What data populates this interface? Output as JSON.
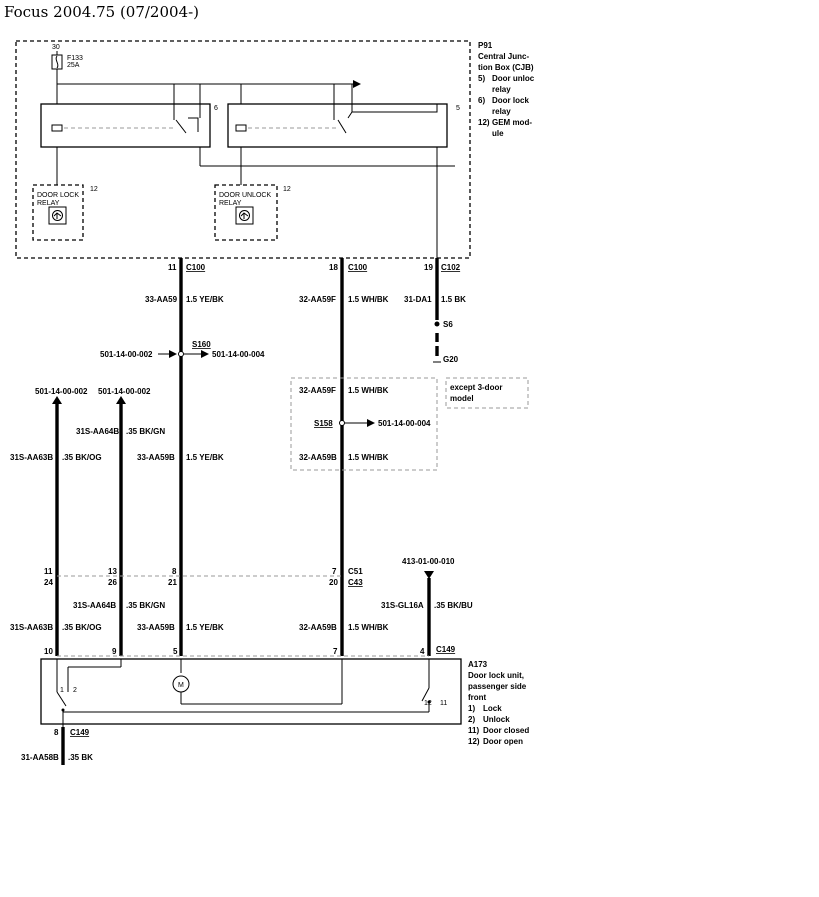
{
  "title": "Focus 2004.75 (07/2004-)",
  "cjb": {
    "id": "P91",
    "name_lines": [
      "Central Junc-",
      "tion Box (CJB)"
    ],
    "legend": [
      {
        "num": "5)",
        "lines": [
          "Door unloc",
          "relay"
        ]
      },
      {
        "num": "6)",
        "lines": [
          "Door lock",
          "relay"
        ]
      },
      {
        "num": "12)",
        "lines": [
          "GEM mod-",
          "ule"
        ]
      }
    ],
    "fuse_pin": "30",
    "fuse_id": "F133",
    "fuse_rating": "25A",
    "relay_left_num": "6",
    "relay_right_num": "5",
    "gem_left_num": "12",
    "gem_right_num": "12",
    "gem_left_label": [
      "DOOR LOCK",
      "RELAY"
    ],
    "gem_right_label": [
      "DOOR UNLOCK",
      "RELAY"
    ]
  },
  "connectors": {
    "c100_a_pin": "11",
    "c100_a": "C100",
    "c100_b_pin": "18",
    "c100_b": "C100",
    "c102_pin": "19",
    "c102": "C102",
    "c51": "C51",
    "c43": "C43",
    "c149_top": "C149",
    "c149_bottom": "C149"
  },
  "wires": {
    "w1_code": "33-AA59",
    "w1_spec": "1.5 YE/BK",
    "w2_code": "32-AA59F",
    "w2_spec": "1.5 WH/BK",
    "w3_code": "31-DA1",
    "w3_spec": "1.5 BK",
    "w4_code": "32-AA59F",
    "w4_spec": "1.5 WH/BK",
    "w5_code": "32-AA59B",
    "w5_spec": "1.5 WH/BK",
    "w6_code": "31S-AA64B",
    "w6_spec": ".35 BK/GN",
    "w7_code": "31S-AA63B",
    "w7_spec": ".35 BK/OG",
    "w8_code": "33-AA59B",
    "w8_spec": "1.5 YE/BK",
    "w9_code": "31S-AA64B",
    "w9_spec": ".35 BK/GN",
    "w10_code": "31S-AA63B",
    "w10_spec": ".35 BK/OG",
    "w11_code": "33-AA59B",
    "w11_spec": "1.5 YE/BK",
    "w12_code": "32-AA59B",
    "w12_spec": "1.5 WH/BK",
    "w13_code": "31S-GL16A",
    "w13_spec": ".35 BK/BU",
    "w14_code": "31-AA58B",
    "w14_spec": ".35 BK"
  },
  "splices": {
    "s160": "S160",
    "s160_in": "501-14-00-002",
    "s160_out": "501-14-00-004",
    "s158": "S158",
    "s158_out": "501-14-00-004",
    "s6": "S6",
    "g20": "G20"
  },
  "refs": {
    "arrow_left_1": "501-14-00-002",
    "arrow_left_2": "501-14-00-002",
    "arrow_right": "413-01-00-010"
  },
  "note": [
    "except 3-door",
    "model"
  ],
  "pins": {
    "c51_row": [
      "11",
      "13",
      "8",
      "7"
    ],
    "c43_row": [
      "24",
      "26",
      "21",
      "20"
    ],
    "a173_row": [
      "10",
      "9",
      "5",
      "7",
      "4"
    ],
    "bottom_pin": "8",
    "sw_left_1": "1",
    "sw_left_2": "2",
    "sw_right_12": "12",
    "sw_right_11": "11"
  },
  "a173": {
    "id": "A173",
    "name_lines": [
      "Door lock unit,",
      "passenger side",
      "front"
    ],
    "legend": [
      {
        "num": "1)",
        "text": "Lock"
      },
      {
        "num": "2)",
        "text": "Unlock"
      },
      {
        "num": "11)",
        "text": "Door closed"
      },
      {
        "num": "12)",
        "text": "Door open"
      }
    ],
    "motor_symbol": "M"
  }
}
